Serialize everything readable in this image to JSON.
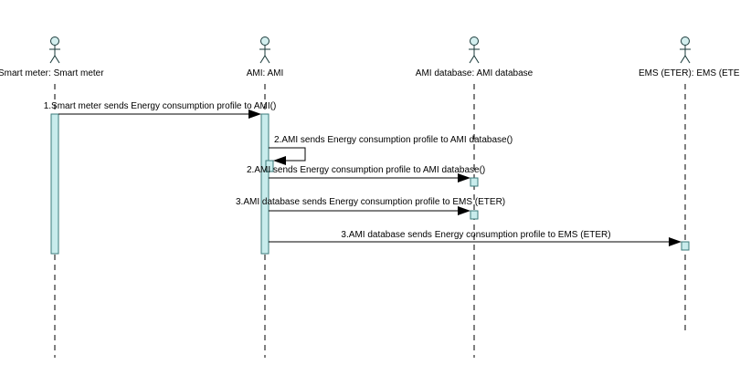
{
  "actors": [
    {
      "name": "Smart meter: Smart meter"
    },
    {
      "name": "AMI: AMI"
    },
    {
      "name": "AMI database: AMI database"
    },
    {
      "name": "EMS (ETER): EMS (ETER)"
    }
  ],
  "messages": [
    {
      "label": "1.Smart meter sends Energy consumption profile to AMI()",
      "from": "Smart meter: Smart meter",
      "to": "AMI: AMI"
    },
    {
      "label": "2.AMI sends Energy consumption profile to AMI database()",
      "from": "AMI: AMI",
      "to": "AMI: AMI"
    },
    {
      "label": "2.AMI sends Energy consumption profile to AMI database()",
      "from": "AMI: AMI",
      "to": "AMI database: AMI database"
    },
    {
      "label": "3.AMI database sends Energy consumption profile to EMS (ETER)",
      "from": "AMI: AMI",
      "to": "AMI database: AMI database"
    },
    {
      "label": "3.AMI database sends Energy consumption profile to EMS (ETER)",
      "from": "AMI: AMI",
      "to": "EMS (ETER): EMS (ETER)"
    }
  ],
  "colors": {
    "activation_fill": "#c8ecec",
    "activation_stroke": "#3a7a7a",
    "actor_fill": "#d4efef",
    "line": "#000000"
  }
}
